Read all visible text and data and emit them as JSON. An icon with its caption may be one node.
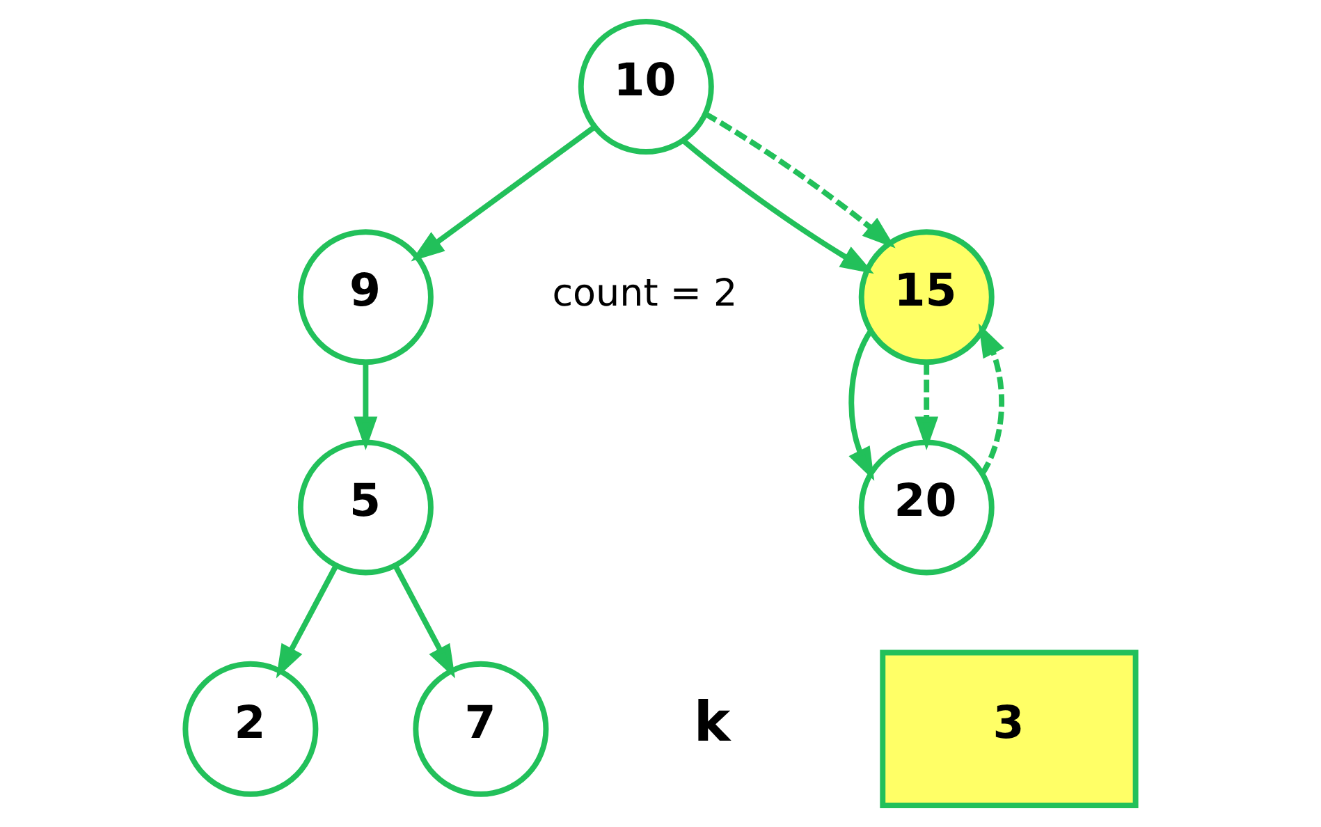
{
  "diagram": {
    "nodes": [
      {
        "text": [
          "10"
        ]
      },
      {
        "text": [
          "9"
        ]
      },
      {
        "text": [
          "15"
        ],
        "beside": [
          "count = 2"
        ]
      },
      {
        "text": [
          "5"
        ]
      },
      {
        "text": [
          "20"
        ]
      },
      {
        "text": [
          "2"
        ]
      },
      {
        "text": [
          "7"
        ]
      },
      {
        "text": [
          "3"
        ],
        "beside": [
          "k"
        ]
      }
    ],
    "edges": [
      {
        "from": 0,
        "to": 1,
        "arrow": "to"
      },
      {
        "from": 0,
        "to": 2,
        "arrow": "to"
      },
      {
        "from": 1,
        "to": 3,
        "arrow": "to"
      },
      {
        "from": 2,
        "to": 4,
        "arrow": "to"
      },
      {
        "from": 3,
        "to": 5,
        "arrow": "to"
      },
      {
        "from": 3,
        "to": 6,
        "arrow": "to"
      },
      {
        "from": 0,
        "to": 2,
        "arrow": "to",
        "style": "dashed"
      },
      {
        "from": 2,
        "to": 4,
        "arrow": "to",
        "style": "dashed"
      },
      {
        "from": 4,
        "to": 2,
        "arrow": "to",
        "style": "dashed"
      }
    ]
  }
}
